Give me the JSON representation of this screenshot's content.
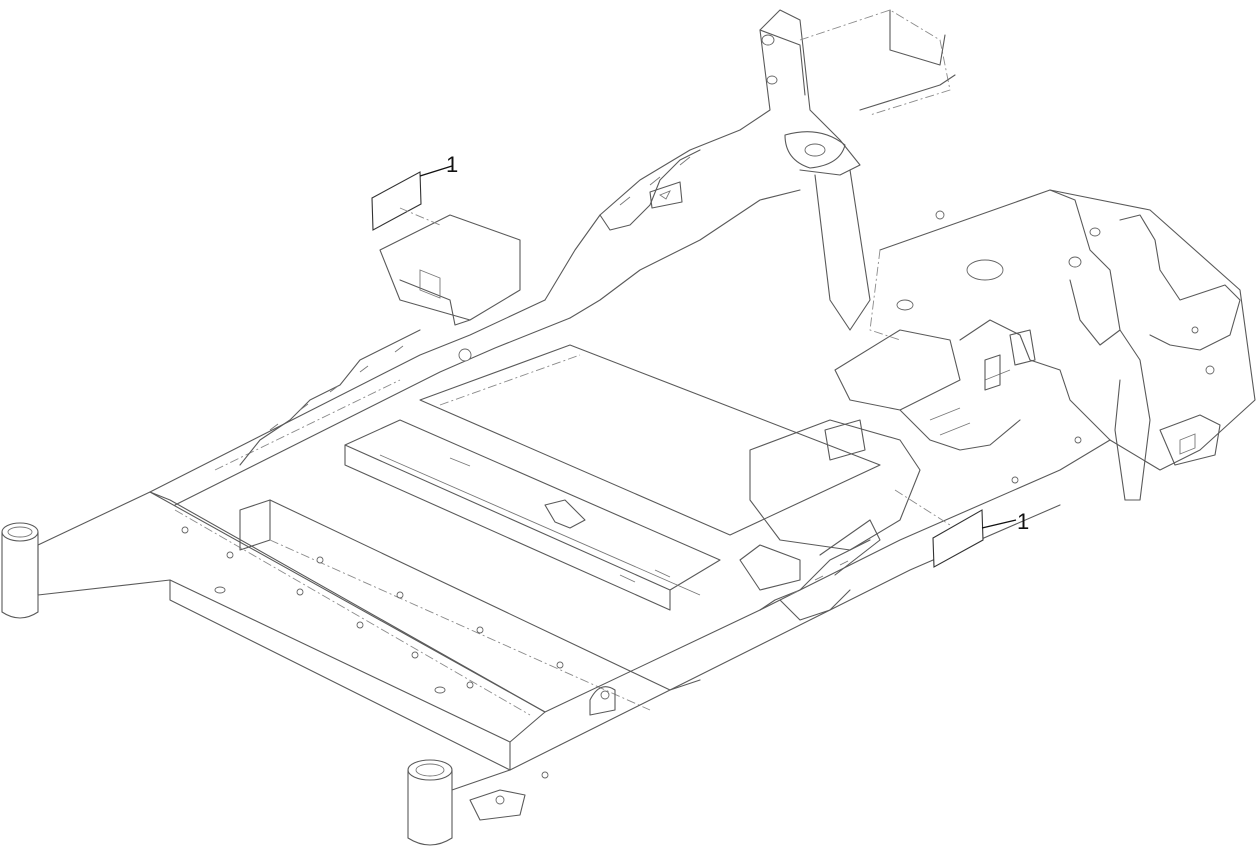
{
  "callouts": [
    {
      "id": "decal-upper",
      "label": "1"
    },
    {
      "id": "decal-lower",
      "label": "1"
    }
  ],
  "colors": {
    "line": "#5a5a5a",
    "background": "#ffffff",
    "callout": "#111111"
  }
}
